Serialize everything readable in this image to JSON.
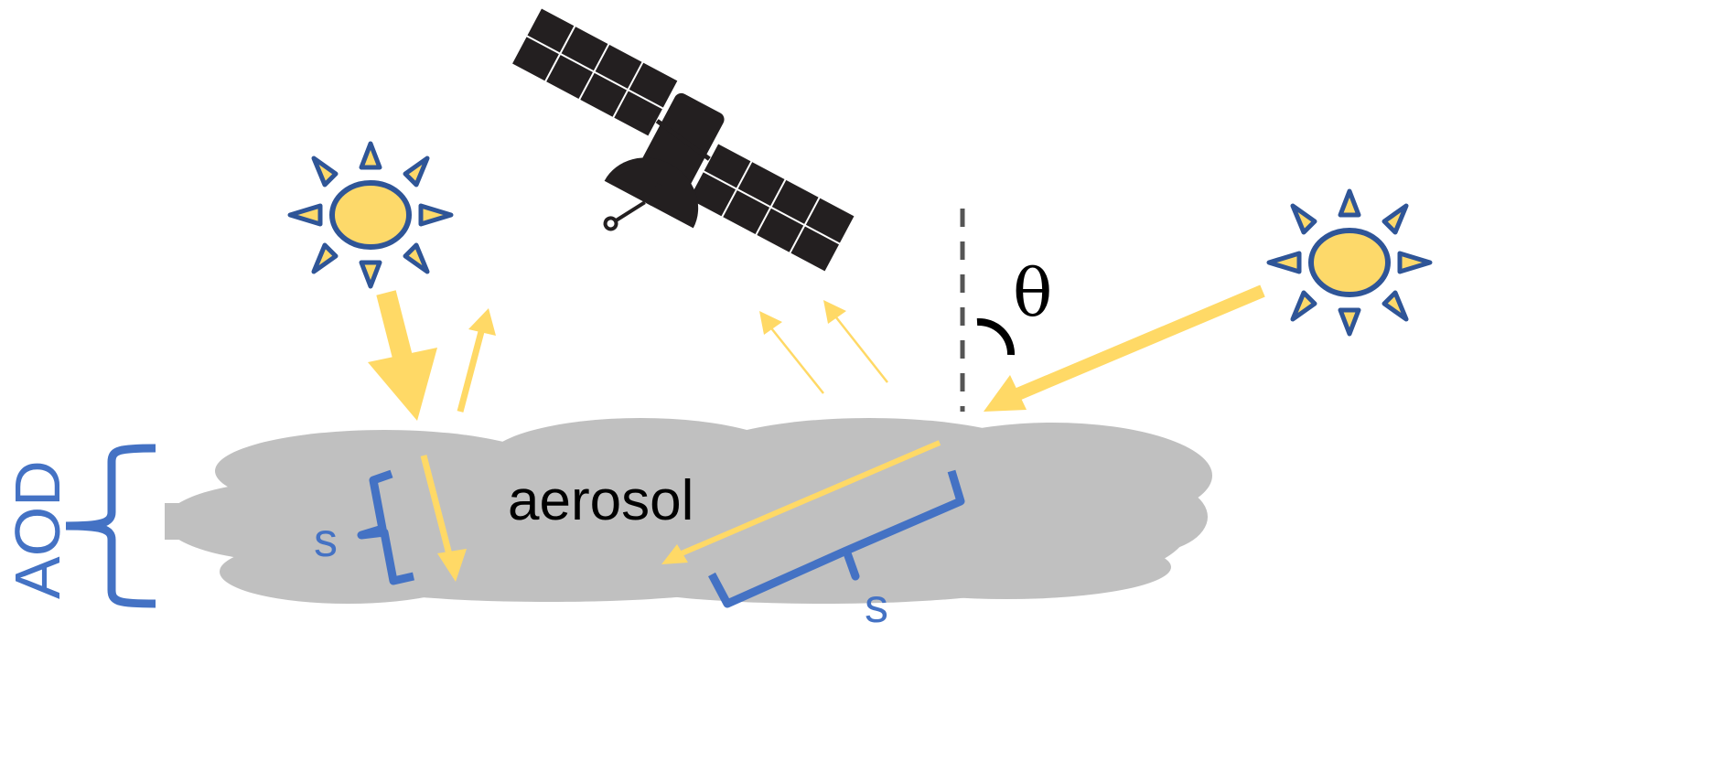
{
  "labels": {
    "aerosol": "aerosol",
    "aod": "AOD",
    "path_short": "s",
    "path_long": "s",
    "angle": "θ"
  },
  "colors": {
    "sun_fill": "#fdd96a",
    "sun_outline": "#2f5597",
    "light_arrow": "#ffd966",
    "bracket": "#4472c4",
    "aerosol_cloud": "#c0c0c0",
    "satellite": "#231f20"
  }
}
